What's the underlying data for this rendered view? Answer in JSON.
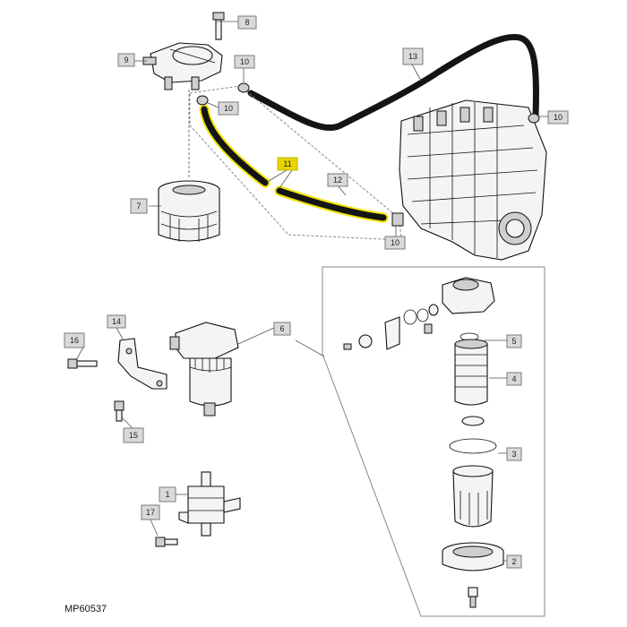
{
  "figure_code": "MP60537",
  "callouts": [
    {
      "id": "c1",
      "label": "1"
    },
    {
      "id": "c2",
      "label": "2"
    },
    {
      "id": "c3",
      "label": "3"
    },
    {
      "id": "c4",
      "label": "4"
    },
    {
      "id": "c5",
      "label": "5"
    },
    {
      "id": "c6",
      "label": "6"
    },
    {
      "id": "c7",
      "label": "7"
    },
    {
      "id": "c8",
      "label": "8"
    },
    {
      "id": "c9",
      "label": "9"
    },
    {
      "id": "c10a",
      "label": "10"
    },
    {
      "id": "c10b",
      "label": "10"
    },
    {
      "id": "c10c",
      "label": "10"
    },
    {
      "id": "c10d",
      "label": "10"
    },
    {
      "id": "c11",
      "label": "11"
    },
    {
      "id": "c12",
      "label": "12"
    },
    {
      "id": "c13",
      "label": "13"
    },
    {
      "id": "c14",
      "label": "14"
    },
    {
      "id": "c15",
      "label": "15"
    },
    {
      "id": "c16",
      "label": "16"
    },
    {
      "id": "c17",
      "label": "17"
    }
  ],
  "highlight_color": "#f2e100"
}
